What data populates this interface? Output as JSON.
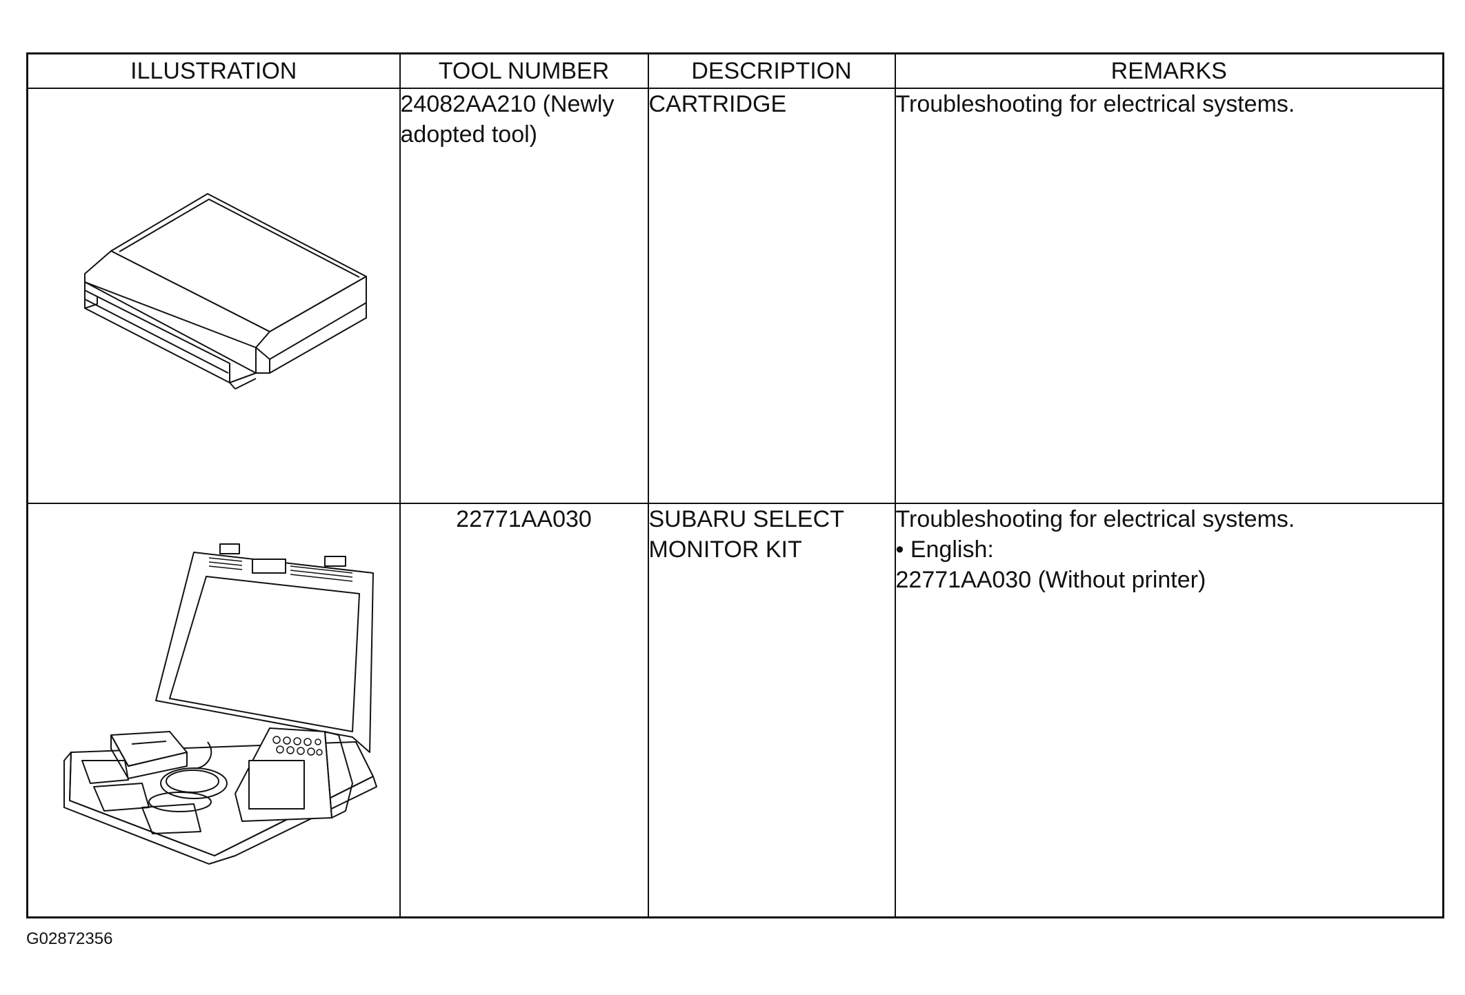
{
  "table": {
    "headers": {
      "illustration": "ILLUSTRATION",
      "tool_number": "TOOL NUMBER",
      "description": "DESCRIPTION",
      "remarks": "REMARKS"
    },
    "rows": [
      {
        "illustration_icon": "cartridge-icon",
        "tool_number": "24082AA210 (Newly adopted tool)",
        "description": "CARTRIDGE",
        "remarks": [
          "Troubleshooting for electrical systems."
        ]
      },
      {
        "illustration_icon": "select-monitor-kit-icon",
        "tool_number": "22771AA030",
        "description": "SUBARU SELECT MONITOR KIT",
        "remarks": [
          "Troubleshooting for electrical systems.",
          "• English:",
          "22771AA030 (Without printer)"
        ]
      }
    ]
  },
  "footer": {
    "figure_code": "G02872356"
  }
}
